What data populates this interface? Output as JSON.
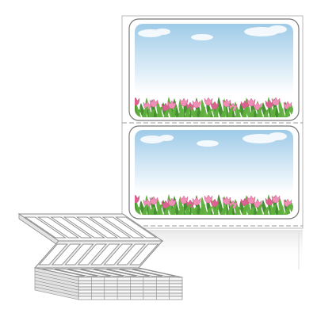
{
  "product": {
    "kind": "fanfold-label-stock",
    "labels_shown": 2,
    "label_design": "sky-and-pink-tulips"
  },
  "colors": {
    "sheet_border": "#b9b9b9",
    "sky_top": "#9ecbe8",
    "sky_bottom": "#ffffff",
    "tulip_pink": "#ef8fb6",
    "tulip_dark": "#d9628f",
    "leaf_green": "#5fae3e",
    "leaf_dark": "#3f8a2a",
    "perforation": "#9a9a9a"
  }
}
